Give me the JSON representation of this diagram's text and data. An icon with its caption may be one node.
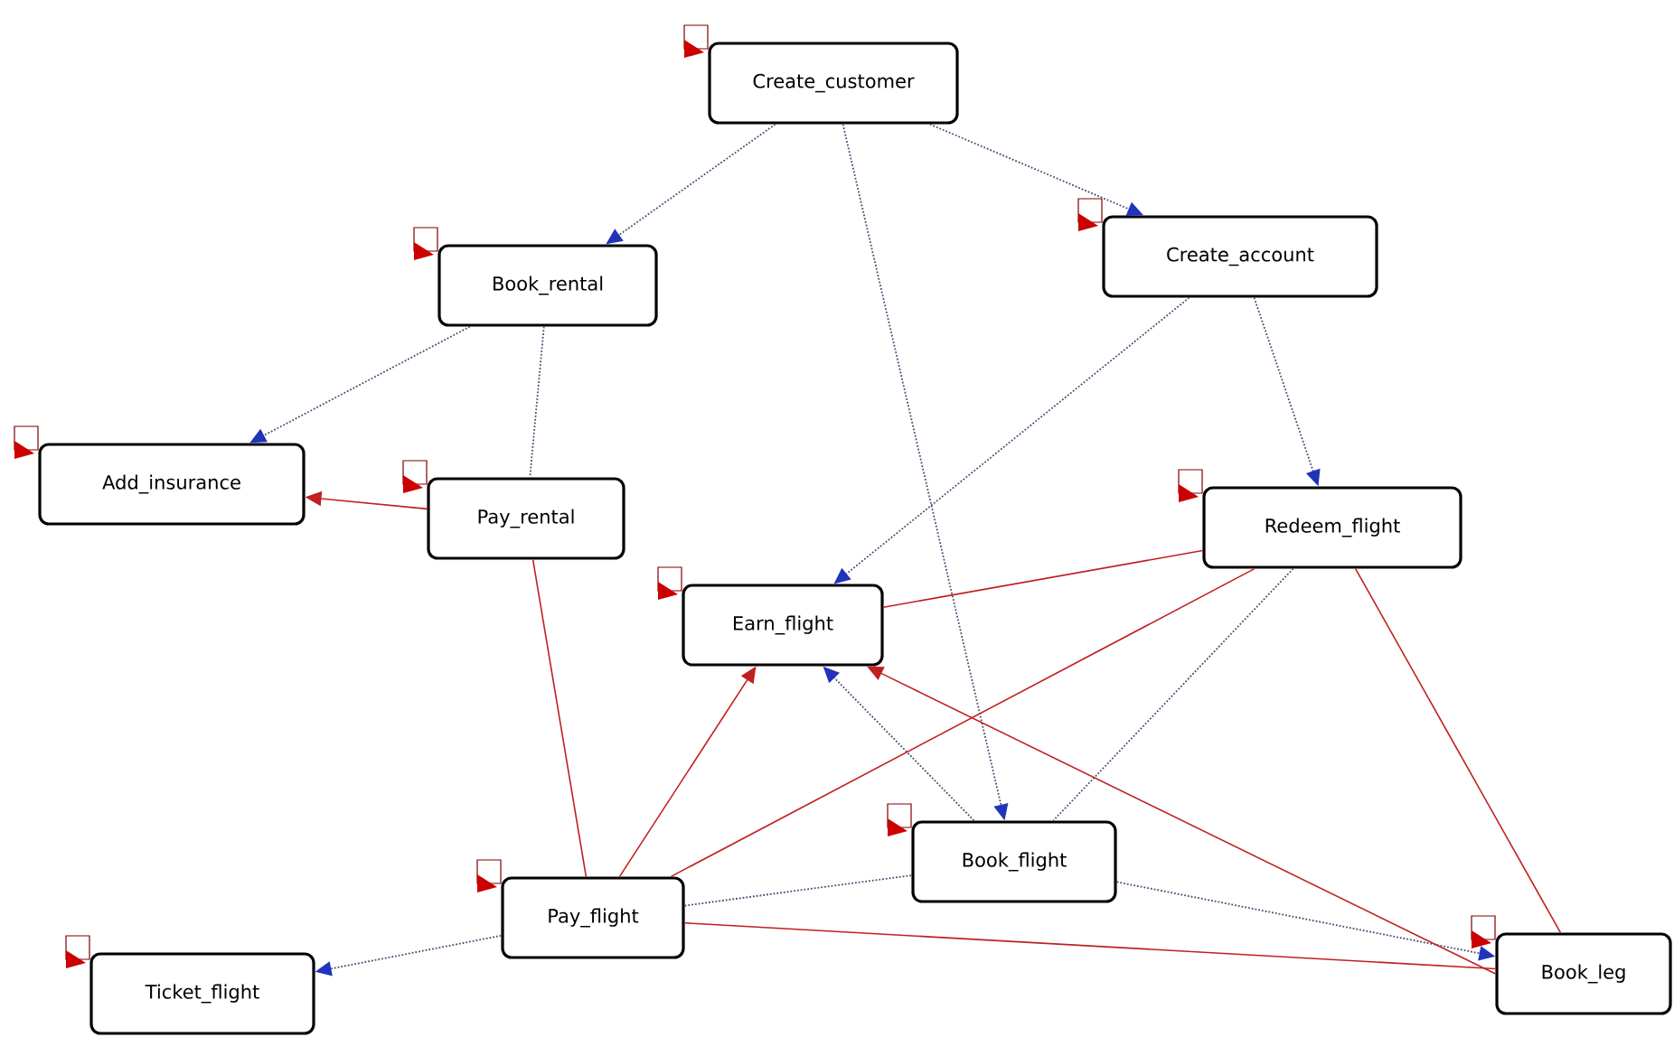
{
  "diagram": {
    "nodes": [
      {
        "text": [
          "Create_customer"
        ]
      },
      {
        "text": [
          "Book_rental"
        ]
      },
      {
        "text": [
          "Create_account"
        ]
      },
      {
        "text": [
          "Add_insurance"
        ]
      },
      {
        "text": [
          "Pay_rental"
        ]
      },
      {
        "text": [
          "Redeem_flight"
        ]
      },
      {
        "text": [
          "Earn_flight"
        ]
      },
      {
        "text": [
          "Book_flight"
        ]
      },
      {
        "text": [
          "Pay_flight"
        ]
      },
      {
        "text": [
          "Ticket_flight"
        ]
      },
      {
        "text": [
          "Book_leg"
        ]
      }
    ],
    "edges": [
      {
        "from": 0,
        "to": 1,
        "arrow": "to",
        "style": "dashed"
      },
      {
        "from": 0,
        "to": 2,
        "arrow": "to",
        "style": "dashed"
      },
      {
        "from": 0,
        "to": 7,
        "arrow": "to",
        "style": "dashed"
      },
      {
        "from": 1,
        "to": 3,
        "arrow": "to",
        "style": "dashed"
      },
      {
        "from": 1,
        "to": 4,
        "arrow": "none",
        "style": "dashed"
      },
      {
        "from": 2,
        "to": 6,
        "arrow": "to",
        "style": "dashed"
      },
      {
        "from": 2,
        "to": 5,
        "arrow": "to",
        "style": "dashed"
      },
      {
        "from": 7,
        "to": 6,
        "arrow": "to",
        "style": "dashed"
      },
      {
        "from": 5,
        "to": 7,
        "arrow": "none",
        "style": "dashed"
      },
      {
        "from": 8,
        "to": 9,
        "arrow": "to",
        "style": "dashed"
      },
      {
        "from": 8,
        "to": 7,
        "arrow": "none",
        "style": "dashed"
      },
      {
        "from": 7,
        "to": 10,
        "arrow": "to",
        "style": "dashed"
      },
      {
        "from": 4,
        "to": 3,
        "arrow": "to",
        "color": "#c02020"
      },
      {
        "from": 4,
        "to": 8,
        "arrow": "none",
        "color": "#c02020"
      },
      {
        "from": 8,
        "to": 6,
        "arrow": "to",
        "color": "#c02020"
      },
      {
        "from": 8,
        "to": 5,
        "arrow": "none",
        "color": "#c02020"
      },
      {
        "from": 5,
        "to": 6,
        "arrow": "none",
        "color": "#c02020"
      },
      {
        "from": 10,
        "to": 6,
        "arrow": "to",
        "color": "#c02020"
      },
      {
        "from": 5,
        "to": 10,
        "arrow": "none",
        "color": "#c02020"
      },
      {
        "from": 8,
        "to": 10,
        "arrow": "none",
        "color": "#c02020"
      }
    ]
  }
}
